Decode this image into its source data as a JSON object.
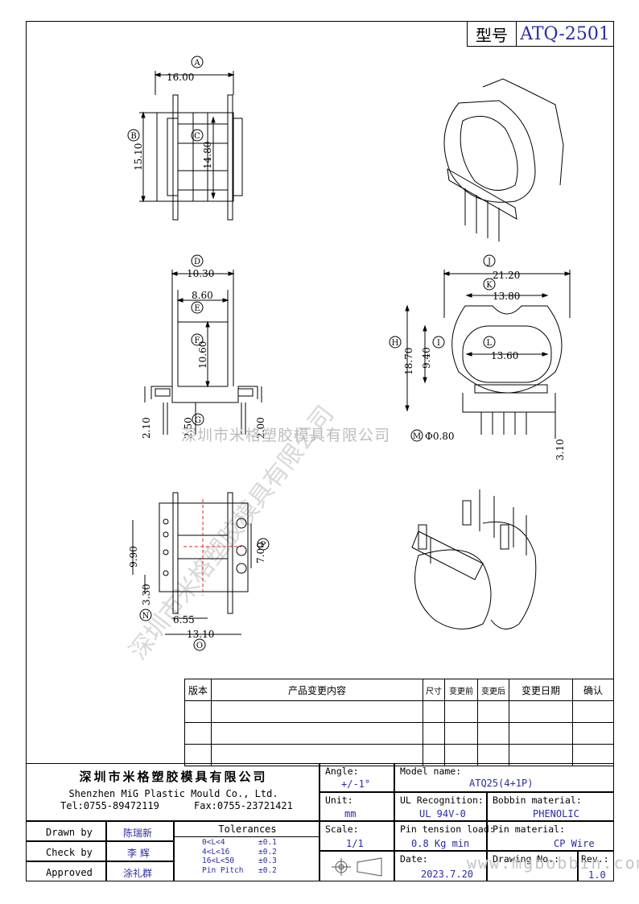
{
  "header": {
    "model_label": "型号",
    "model_value": "ATQ-2501"
  },
  "views": {
    "top": {
      "A": "A",
      "dim_a": "16.00",
      "B": "B",
      "dim_b": "15.10",
      "C": "C",
      "dim_c": "14.80"
    },
    "front": {
      "D": "D",
      "dim_d": "10.30",
      "E": "E",
      "dim_e": "8.60",
      "F": "F",
      "dim_f": "10.60",
      "G": "G",
      "dim_g": "2.50",
      "dim_left": "2.10",
      "dim_right": "2.00"
    },
    "side": {
      "J": "J",
      "dim_j": "21.20",
      "K": "K",
      "dim_k": "13.80",
      "H": "H",
      "dim_h": "18.70",
      "I": "I",
      "dim_i": "9.40",
      "L": "L",
      "dim_l": "13.60",
      "M": "M",
      "dim_m": "Φ0.80",
      "dim_pin": "3.10"
    },
    "bottom": {
      "dim_9_90": "9.90",
      "dim_3_30": "3.30",
      "N": "N",
      "dim_6_55": "6.55",
      "dim_13_10": "13.10",
      "O": "O",
      "dim_7_00": "7.00",
      "P": "P"
    }
  },
  "watermark": {
    "company": "深圳市米格塑胶模具有限公司",
    "diag_a": "深圳市米格塑胶模具有限公司",
    "url": "www.mgbobbin.com"
  },
  "revision_table": {
    "headers": [
      "版本",
      "产品变更内容",
      "尺寸",
      "变更前",
      "变更后",
      "变更日期",
      "确认"
    ]
  },
  "title_block": {
    "company_cn": "深圳市米格塑胶模具有限公司",
    "company_en": "Shenzhen MiG Plastic Mould Co., Ltd.",
    "tel": "Tel:0755-89472119",
    "fax": "Fax:0755-23721421",
    "angle_label": "Angle:",
    "angle_value": "+/-1°",
    "unit_label": "Unit:",
    "unit_value": "mm",
    "scale_label": "Scale:",
    "scale_value": "1/1",
    "model_name_label": "Model name:",
    "model_name_value": "ATQ25(4+1P)",
    "ul_label": "UL Recognition:",
    "ul_value": "UL 94V-0",
    "bobbin_label": "Bobbin material:",
    "bobbin_value": "PHENOLIC",
    "pin_tension_label": "Pin tension load:",
    "pin_tension_value": "0.8 Kg min",
    "pin_material_label": "Pin material:",
    "pin_material_value": "CP Wire",
    "date_label": "Date:",
    "date_value": "2023.7.20",
    "drawing_label": "Drawing No.:",
    "rev_label": "Rev.:",
    "rev_value": "1.0",
    "drawn_by_label": "Drawn by",
    "drawn_by_value": "陈瑞新",
    "check_by_label": "Check by",
    "check_by_value": "李 辉",
    "approved_label": "Approved",
    "approved_value": "涂礼群",
    "tolerances_label": "Tolerances",
    "tol": [
      {
        "range": "0<L<4",
        "value": "±0.1"
      },
      {
        "range": "4<L<16",
        "value": "±0.2"
      },
      {
        "range": "16<L<50",
        "value": "±0.3"
      },
      {
        "range": "Pin Pitch",
        "value": "±0.2"
      }
    ]
  }
}
